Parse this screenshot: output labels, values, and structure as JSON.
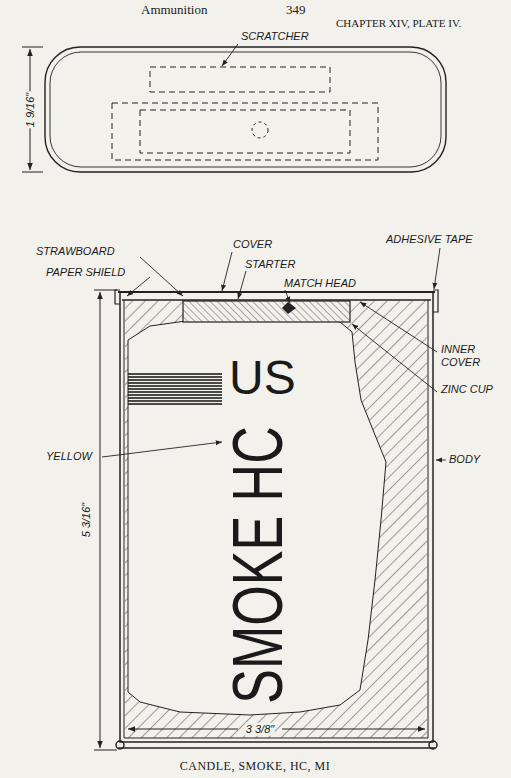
{
  "diagram": {
    "caption": "CANDLE, SMOKE, HC, MI",
    "labels": [
      "Ammunition",
      "349",
      "CHAPTER XIV, PLATE IV.",
      "SCRATCHER",
      "1 9/16\"",
      "STRAWBOARD",
      "COVER",
      "ADHESIVE TAPE",
      "STARTER",
      "MATCH HEAD",
      "PAPER SHIELD",
      "INNER COVER",
      "ZINC CUP",
      "US",
      "YELLOW",
      "SMOKE HC",
      "BODY",
      "5 3/16\"",
      "3 3/8\""
    ]
  }
}
